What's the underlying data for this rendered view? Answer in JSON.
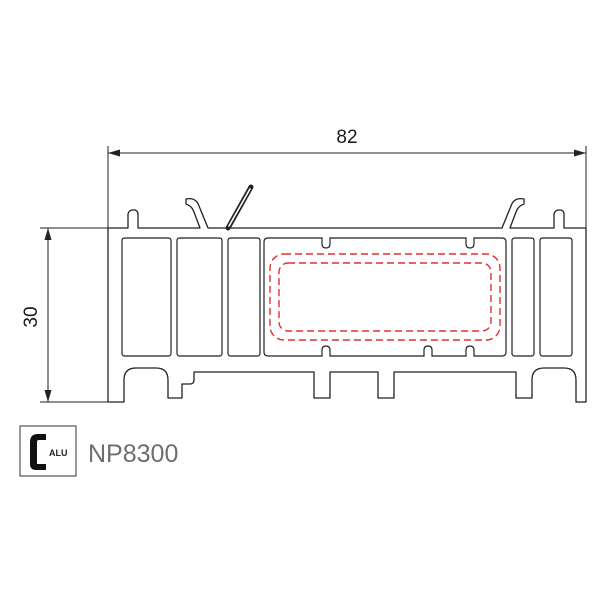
{
  "dimensions": {
    "width_label": "82",
    "height_label": "30"
  },
  "profile": {
    "code": "NP8300",
    "material_badge": "ALU",
    "colors": {
      "outline": "#222222",
      "reinforcement": "#e03030",
      "background": "#ffffff"
    }
  }
}
